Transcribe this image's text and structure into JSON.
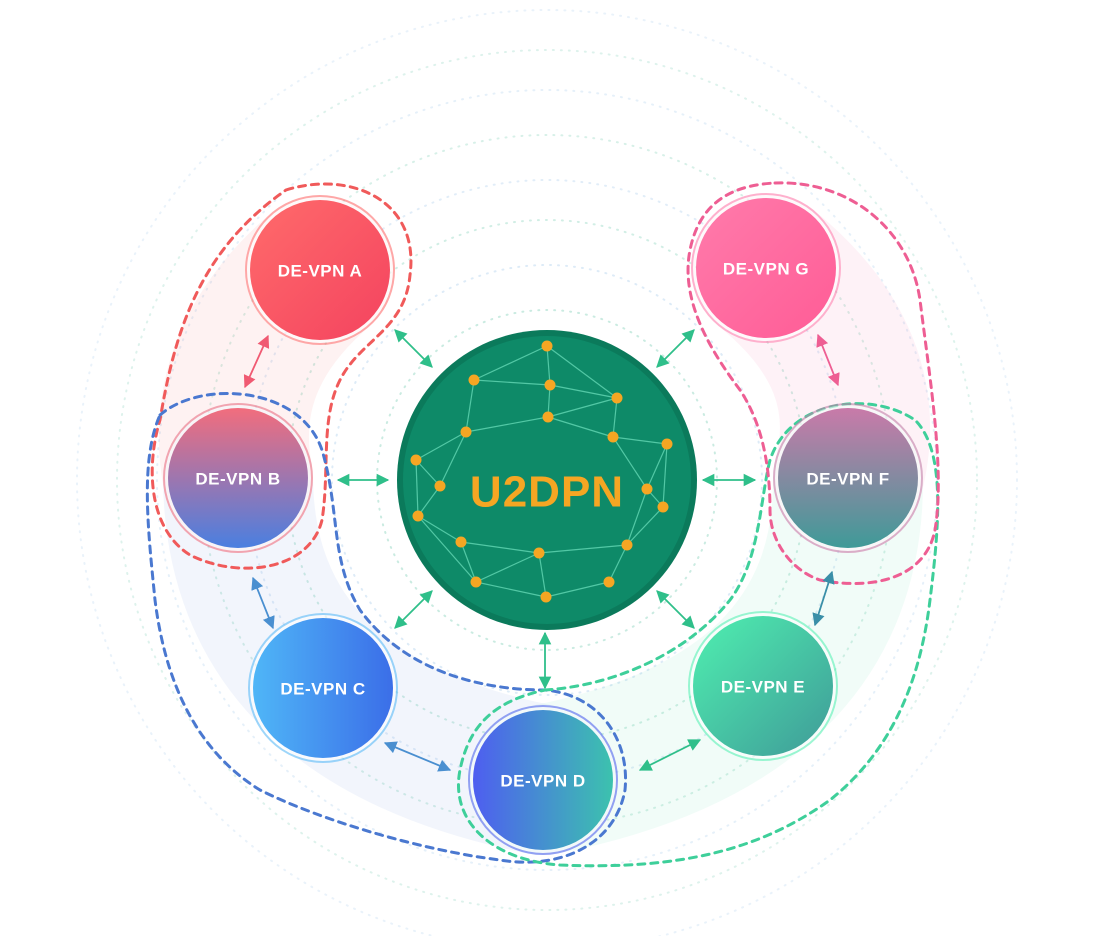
{
  "hub": {
    "label": "U2DPN",
    "label_color": "#f5a623",
    "fill_color": "#0e8a68",
    "ring_color": "#0b7a5b",
    "node_color": "#f5a623",
    "edge_color": "#5fd3b0"
  },
  "nodes": [
    {
      "id": "a",
      "label": "DE-VPN A",
      "color_start": "#ff6b6b",
      "color_end": "#f4435f"
    },
    {
      "id": "b",
      "label": "DE-VPN B",
      "color_start": "#f26d7d",
      "color_end": "#4a7fe0"
    },
    {
      "id": "c",
      "label": "DE-VPN C",
      "color_start": "#4fb6f7",
      "color_end": "#3b6ee8"
    },
    {
      "id": "d",
      "label": "DE-VPN D",
      "color_start": "#4e5ef0",
      "color_end": "#3cc2ae"
    },
    {
      "id": "e",
      "label": "DE-VPN E",
      "color_start": "#4ff0b0",
      "color_end": "#3f9a98"
    },
    {
      "id": "f",
      "label": "DE-VPN F",
      "color_start": "#c97aa9",
      "color_end": "#3f9a98"
    },
    {
      "id": "g",
      "label": "DE-VPN G",
      "color_start": "#ff7bab",
      "color_end": "#ff5c96"
    }
  ],
  "groups": [
    {
      "name": "red",
      "color": "#f05a5a"
    },
    {
      "name": "blue",
      "color": "#4a78d0"
    },
    {
      "name": "green",
      "color": "#3ecf9a"
    },
    {
      "name": "pink",
      "color": "#ee5e93"
    }
  ],
  "arrow_colors": {
    "hub": "#2fbf8a",
    "red": "#f05a72",
    "blue": "#4a8fd0",
    "teal": "#3a8fa8",
    "pink": "#ee5e93"
  }
}
